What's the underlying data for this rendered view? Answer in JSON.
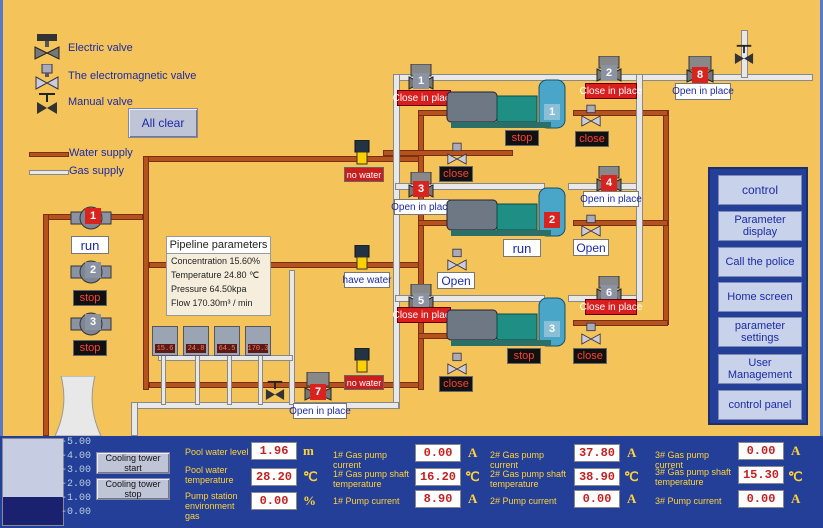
{
  "legend": {
    "electric_valve": "Electric valve",
    "electromagnetic_valve": "The electromagnetic valve",
    "manual_valve": "Manual valve",
    "all_clear": "All clear",
    "water_supply": "Water supply",
    "gas_supply": "Gas supply"
  },
  "left_pumps": {
    "p1_status": "run",
    "p2_status": "stop",
    "p3_status": "stop",
    "p1_num": "1",
    "p2_num": "2",
    "p3_num": "3"
  },
  "pipeline": {
    "title": "Pipeline parameters",
    "concentration": "Concentration 15.60%",
    "temperature": "Temperature 24.80 ℃",
    "pressure": "Pressure 64.50kpa",
    "flow": "Flow 170.30m³ / min",
    "meters": [
      "15.6",
      "24.8",
      "64.5",
      "170.3"
    ]
  },
  "valves": {
    "no_water_1": "no water",
    "have_water": "have water",
    "no_water_2": "no water",
    "v7_num": "7",
    "v7_state": "Open in place",
    "v8_num": "8",
    "v8_state": "Open in place",
    "v1_state": "Close in place",
    "v1_num": "1",
    "v2_state": "Close in place",
    "v2_num": "2",
    "v3_state": "Open in place",
    "v3_num": "3",
    "v4_state": "Open in place",
    "v4_num": "4",
    "v5_state": "Close in place",
    "v5_num": "5",
    "v6_state": "Close in place",
    "v6_num": "6",
    "solenoid1": "close",
    "solenoid2": "Open",
    "solenoid3": "close",
    "gasvalve1": "close",
    "gasvalve2": "Open",
    "gasvalve3": "close"
  },
  "gas_pumps": {
    "pump1_status": "stop",
    "pump1_num": "1",
    "pump2_status": "run",
    "pump2_num": "2",
    "pump3_status": "stop",
    "pump3_num": "3"
  },
  "side_menu": {
    "title": "control",
    "items": [
      "Parameter display",
      "Call the police",
      "Home screen",
      "parameter settings",
      "User Management",
      "control panel"
    ]
  },
  "bottom": {
    "gauge_ticks": [
      "5.00",
      "4.00",
      "3.00",
      "2.00",
      "1.00",
      "0.00"
    ],
    "gauge_signs": [
      "-",
      "-",
      "-",
      "-",
      "-",
      "-"
    ],
    "gauge_level": 0.33,
    "cooling_start": "Cooling tower start",
    "cooling_stop": "Cooling tower stop",
    "pool_level_label": "Pool water level",
    "pool_level_val": "1.96",
    "pool_level_unit": "m",
    "pool_temp_label": "Pool water temperature",
    "pool_temp_val": "28.20",
    "pool_temp_unit": "℃",
    "env_gas_label": "Pump station environment gas",
    "env_gas_val": "0.00",
    "env_gas_unit": "%",
    "gp1_current_label": "1# Gas pump current",
    "gp1_current_val": "0.00",
    "gp1_current_unit": "A",
    "gp1_shaft_label": "1# Gas pump shaft temperature",
    "gp1_shaft_val": "16.20",
    "gp1_shaft_unit": "℃",
    "p1_current_label": "1# Pump current",
    "p1_current_val": "8.90",
    "p1_current_unit": "A",
    "gp2_current_label": "2# Gas pump current",
    "gp2_current_val": "37.80",
    "gp2_current_unit": "A",
    "gp2_shaft_label": "2# Gas pump shaft temperature",
    "gp2_shaft_val": "38.90",
    "gp2_shaft_unit": "℃",
    "p2_current_label": "2# Pump current",
    "p2_current_val": "0.00",
    "p2_current_unit": "A",
    "gp3_current_label": "3# Gas pump current",
    "gp3_current_val": "0.00",
    "gp3_current_unit": "A",
    "gp3_shaft_label": "3# Gas pump shaft temperature",
    "gp3_shaft_val": "15.30",
    "gp3_shaft_unit": "℃",
    "p3_current_label": "3# Pump current",
    "p3_current_val": "0.00",
    "p3_current_unit": "A"
  },
  "colors": {
    "background": "#f4c35a",
    "panel": "#233f98",
    "water_pipe": "#b5531f",
    "gas_pipe": "#e8e8e8",
    "alarm": "#d8231e"
  }
}
